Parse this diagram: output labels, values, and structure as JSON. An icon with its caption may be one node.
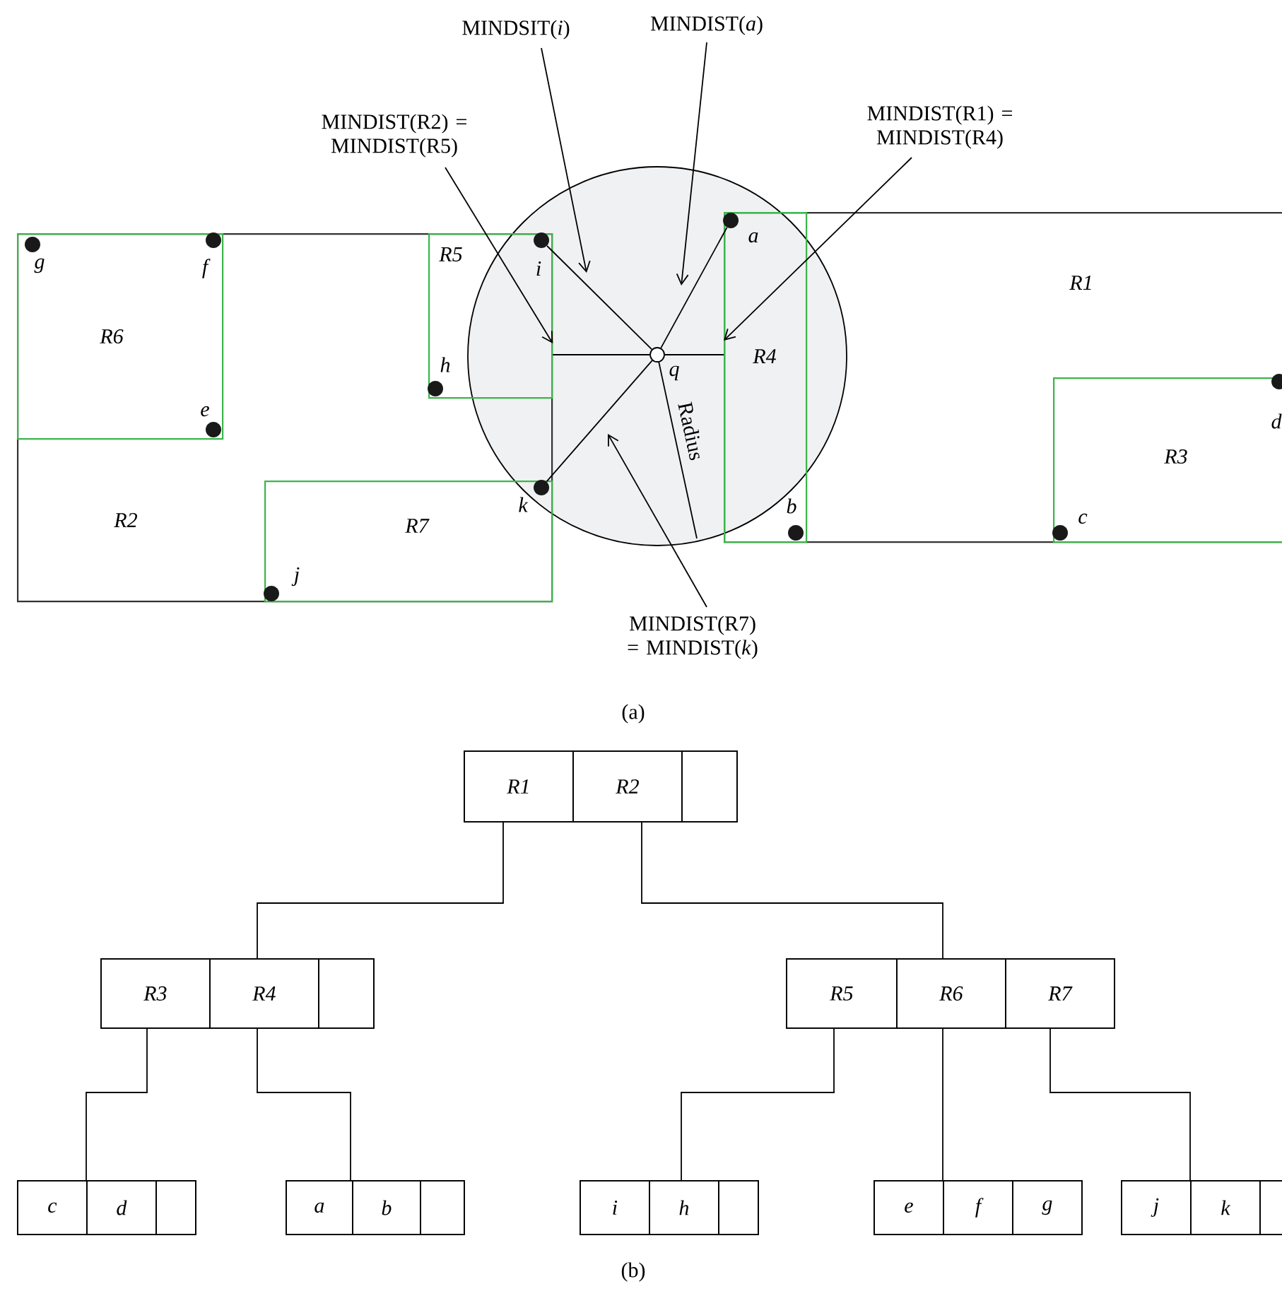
{
  "diagram": {
    "nodes": [
      {
        "text": [
          "R2"
        ]
      },
      {
        "text": [
          "R6"
        ],
        "in": 0
      },
      {
        "text": [
          "R5"
        ],
        "in": 0
      },
      {
        "text": [
          "R7"
        ],
        "in": 0
      },
      {
        "text": [
          "R1"
        ]
      },
      {
        "text": [
          "R4"
        ],
        "in": 4
      },
      {
        "text": [
          "R3"
        ],
        "in": 4
      },
      {
        "text": [],
        "shape": "circle",
        "beside": [
          "g"
        ],
        "in": 1
      },
      {
        "text": [],
        "shape": "circle",
        "beside": [
          "f"
        ],
        "in": 1
      },
      {
        "text": [],
        "shape": "circle",
        "beside": [
          "e"
        ],
        "in": 1
      },
      {
        "text": [],
        "shape": "circle",
        "beside": [
          "i"
        ],
        "in": 2
      },
      {
        "text": [],
        "shape": "circle",
        "beside": [
          "h"
        ],
        "in": 2
      },
      {
        "text": [],
        "shape": "circle",
        "beside": [
          "k"
        ],
        "in": 3
      },
      {
        "text": [],
        "shape": "circle",
        "beside": [
          "j"
        ],
        "in": 3
      },
      {
        "text": [],
        "shape": "circle",
        "beside": [
          "a"
        ],
        "in": 5
      },
      {
        "text": [],
        "shape": "circle",
        "beside": [
          "b"
        ],
        "in": 5
      },
      {
        "text": [],
        "shape": "circle",
        "beside": [
          "c"
        ],
        "in": 6
      },
      {
        "text": [],
        "shape": "circle",
        "beside": [
          "d"
        ],
        "in": 6
      },
      {
        "text": [],
        "shape": "circle",
        "beside": [
          "q"
        ]
      },
      {
        "text": [
          "MINDSIT(*i*)"
        ]
      },
      {
        "text": [
          "MINDIST(*a*)"
        ]
      },
      {
        "text": [
          "MINDIST(R2) = MINDIST(R5)"
        ]
      },
      {
        "text": [
          "MINDIST(R1) = MINDIST(R4)"
        ]
      },
      {
        "text": [
          "MINDIST(R7) = MINDIST(*k*)"
        ]
      },
      {
        "text": [],
        "shape": "box"
      },
      {
        "text": [
          "R1"
        ],
        "in": 24
      },
      {
        "text": [
          "R2"
        ],
        "in": 24
      },
      {
        "text": [],
        "shape": "box",
        "in": 24
      },
      {
        "text": [],
        "shape": "box"
      },
      {
        "text": [
          "R3"
        ],
        "in": 28
      },
      {
        "text": [
          "R4"
        ],
        "in": 28
      },
      {
        "text": [],
        "shape": "box",
        "in": 28
      },
      {
        "text": [],
        "shape": "box"
      },
      {
        "text": [
          "R5"
        ],
        "in": 32
      },
      {
        "text": [
          "R6"
        ],
        "in": 32
      },
      {
        "text": [
          "R7"
        ],
        "in": 32
      },
      {
        "text": [],
        "shape": "box"
      },
      {
        "text": [
          "c"
        ],
        "in": 36
      },
      {
        "text": [
          "d"
        ],
        "in": 36
      },
      {
        "text": [],
        "shape": "box",
        "in": 36
      },
      {
        "text": [],
        "shape": "box"
      },
      {
        "text": [
          "a"
        ],
        "in": 40
      },
      {
        "text": [
          "b"
        ],
        "in": 40
      },
      {
        "text": [],
        "shape": "box",
        "in": 40
      },
      {
        "text": [],
        "shape": "box"
      },
      {
        "text": [
          "i"
        ],
        "in": 44
      },
      {
        "text": [
          "h"
        ],
        "in": 44
      },
      {
        "text": [],
        "shape": "box",
        "in": 44
      },
      {
        "text": [],
        "shape": "box"
      },
      {
        "text": [
          "e"
        ],
        "in": 48
      },
      {
        "text": [
          "f"
        ],
        "in": 48
      },
      {
        "text": [
          "g"
        ],
        "in": 48
      },
      {
        "text": [],
        "shape": "box"
      },
      {
        "text": [
          "j"
        ],
        "in": 52
      },
      {
        "text": [
          "k"
        ],
        "in": 52
      },
      {
        "text": [],
        "shape": "box",
        "in": 52
      }
    ],
    "edges": [
      {
        "from": 18,
        "to": 10,
        "arrow": "none"
      },
      {
        "from": 18,
        "to": 14,
        "arrow": "none"
      },
      {
        "from": 18,
        "to": 12,
        "arrow": "none"
      },
      {
        "from": 18,
        "to": 2,
        "arrow": "none"
      },
      {
        "from": 18,
        "to": 5,
        "arrow": "none"
      },
      {
        "from": 19,
        "to": null,
        "arrow": "to"
      },
      {
        "from": 20,
        "to": null,
        "arrow": "to"
      },
      {
        "from": 21,
        "to": 2,
        "arrow": "to"
      },
      {
        "from": 22,
        "to": 5,
        "arrow": "to"
      },
      {
        "from": 23,
        "to": null,
        "arrow": "to"
      },
      {
        "from": 25,
        "to": 28,
        "arrow": "none"
      },
      {
        "from": 26,
        "to": 32,
        "arrow": "none"
      },
      {
        "from": 29,
        "to": 36,
        "arrow": "none"
      },
      {
        "from": 30,
        "to": 40,
        "arrow": "none"
      },
      {
        "from": 33,
        "to": 44,
        "arrow": "none"
      },
      {
        "from": 34,
        "to": 48,
        "arrow": "none"
      },
      {
        "from": 35,
        "to": 52,
        "arrow": "none"
      }
    ],
    "labels": [
      "Radius",
      "(a)",
      "(b)"
    ]
  }
}
